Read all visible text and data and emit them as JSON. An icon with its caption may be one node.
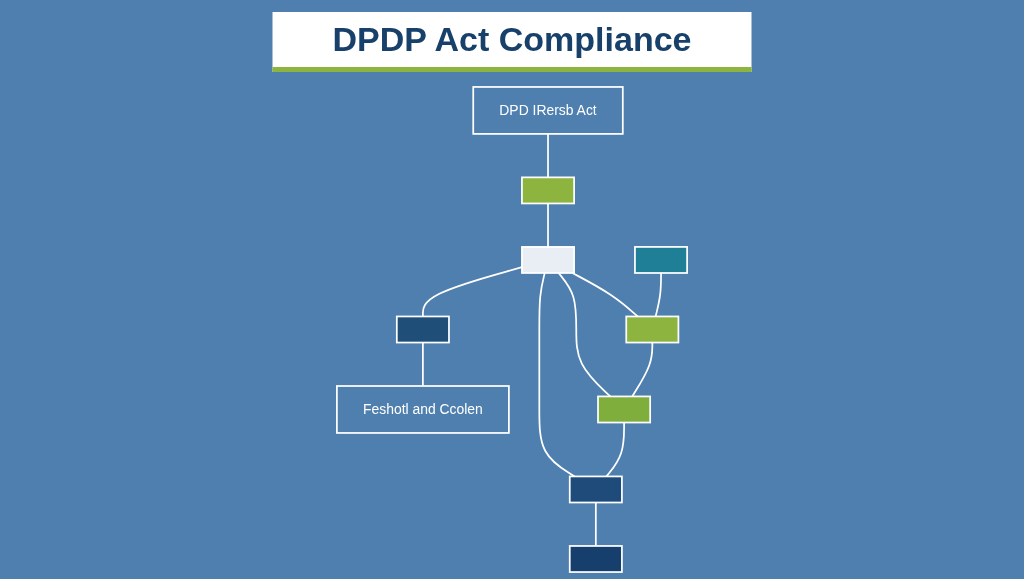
{
  "diagram": {
    "title": "DPDP Act Compliance",
    "nodes": [
      {
        "text": [],
        "shape": "box"
      },
      {
        "text": [],
        "shape": "box"
      },
      {
        "text": [],
        "shape": "box"
      },
      {
        "text": [
          "DPD IRersb Act"
        ]
      },
      {
        "text": [
          "Feshotl and Ccolen"
        ]
      },
      {
        "text": [],
        "shape": "box"
      },
      {
        "text": [],
        "shape": "box"
      },
      {
        "text": [],
        "shape": "box"
      },
      {
        "text": [],
        "shape": "box"
      },
      {
        "text": [],
        "shape": "box"
      }
    ],
    "edges": [
      {
        "from": 3,
        "to": 0,
        "arrow": "none"
      },
      {
        "from": 0,
        "to": 1,
        "arrow": "none"
      },
      {
        "from": 1,
        "to": 2,
        "arrow": "none"
      },
      {
        "from": 2,
        "to": 4,
        "arrow": "none"
      },
      {
        "from": 1,
        "to": 6,
        "arrow": "none"
      },
      {
        "from": 1,
        "to": 7,
        "arrow": "none"
      },
      {
        "from": 1,
        "to": 8,
        "arrow": "none"
      },
      {
        "from": 5,
        "to": 6,
        "arrow": "none"
      },
      {
        "from": 6,
        "to": 7,
        "arrow": "none"
      },
      {
        "from": 7,
        "to": 8,
        "arrow": "none"
      },
      {
        "from": 8,
        "to": 9,
        "arrow": "none"
      }
    ]
  }
}
